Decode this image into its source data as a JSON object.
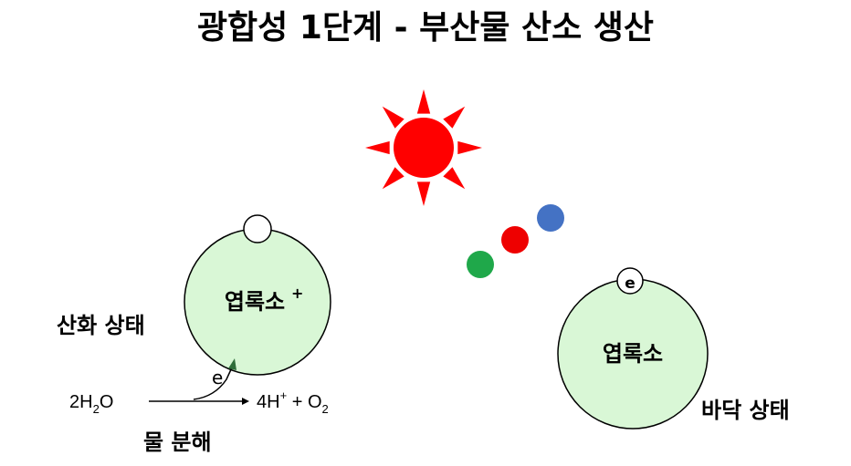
{
  "title": "광합성 1단계 - 부산물 산소 생산",
  "left_chlorophyll": {
    "label": "엽록소",
    "charge": "+",
    "state_label": "산화 상태",
    "hole_label": ""
  },
  "right_chlorophyll": {
    "label": "엽록소",
    "electron_label": "e",
    "state_label": "바닥 상태"
  },
  "reaction": {
    "electron_label": "e",
    "reactant_coef": "2H",
    "reactant_sub": "2",
    "reactant_tail": "O",
    "product_a": "4H",
    "product_a_sup": "+",
    "plus": "+ O",
    "product_b_sub": "2",
    "process_label": "물 분해"
  },
  "photons": {
    "colors": [
      "#1fa84a",
      "#ee0000",
      "#4472c4"
    ]
  },
  "colors": {
    "sun": "#ff0000",
    "chlorophyll_fill": "#d9f7d6",
    "outline": "#000000"
  }
}
